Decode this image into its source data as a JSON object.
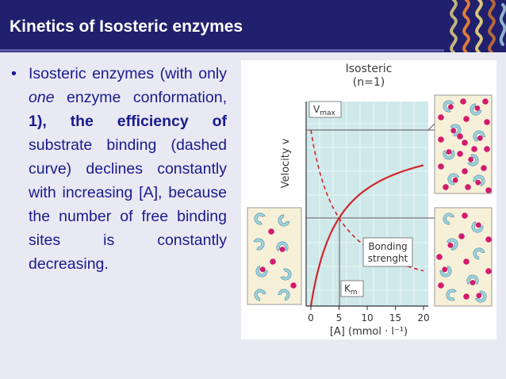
{
  "slide": {
    "title": "Kinetics of Isosteric enzymes",
    "bullet": {
      "p1": "Isosteric enzymes (with only ",
      "p2": "one",
      "p3": " enzyme conformation, ",
      "p4": "1), the efficiency of",
      "p5": " substrate binding (dashed curve) declines constantly with increasing [A], because the  number of free binding sites is constantly decreasing."
    }
  },
  "figure": {
    "header_line1": "Isosteric",
    "header_line2": "(n=1)",
    "vmax_label_main": "V",
    "vmax_label_sub": "max",
    "km_label_main": "K",
    "km_label_sub": "m",
    "bonding_line1": "Bonding",
    "bonding_line2": "strenght",
    "ylabel": "Velocity v",
    "xlabel": "[A]  (mmol · l⁻¹)",
    "xticks": [
      "0",
      "5",
      "10",
      "15",
      "20"
    ],
    "colors": {
      "teal_bg": "#cfe9ea",
      "curve_red": "#d1262c",
      "substrate": "#d21b6e",
      "enzyme": "#9bd3e0",
      "panel_bg": "#f7f0d8"
    }
  },
  "chart_data": {
    "type": "line",
    "title": "Isosteric (n=1)",
    "xlabel": "[A]  (mmol · l⁻¹)",
    "ylabel": "Velocity v",
    "xlim": [
      0,
      20
    ],
    "x": [
      0,
      1,
      2,
      3,
      5,
      7,
      10,
      13,
      16,
      20
    ],
    "series": [
      {
        "values": [
          0,
          0.17,
          0.29,
          0.38,
          0.5,
          0.58,
          0.67,
          0.72,
          0.76,
          0.8
        ]
      },
      {
        "values": [
          1,
          0.83,
          0.71,
          0.62,
          0.5,
          0.42,
          0.33,
          0.28,
          0.24,
          0.2
        ]
      }
    ],
    "annotations": [
      "Vmax",
      "Km",
      "Bonding strenght"
    ]
  }
}
